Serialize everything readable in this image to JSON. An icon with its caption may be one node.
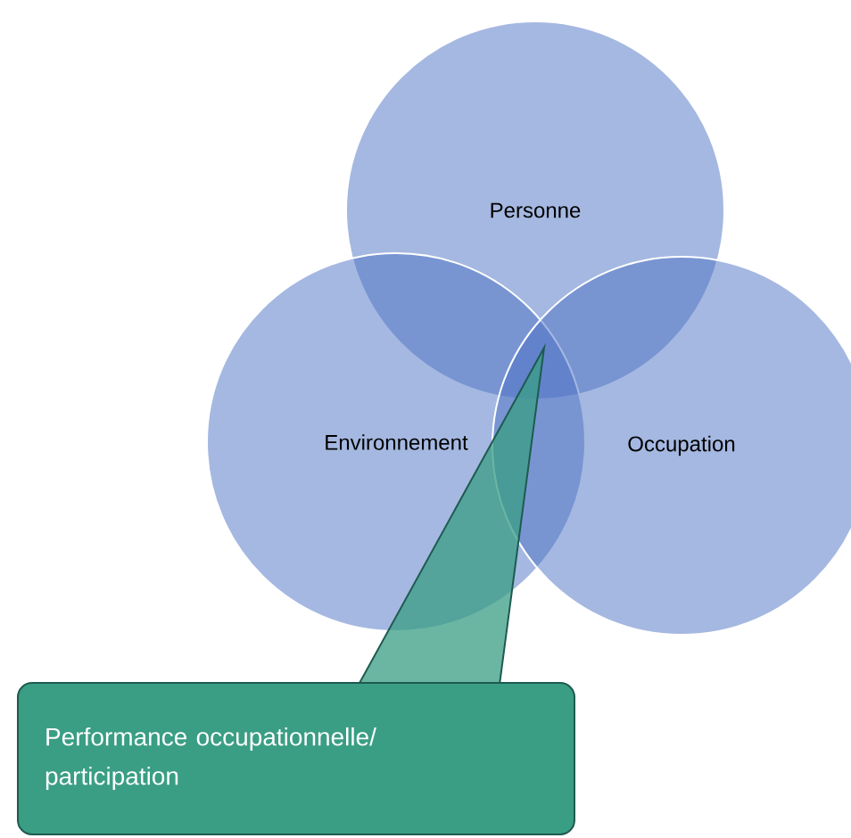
{
  "diagram": {
    "nodes": [
      {
        "text": [
          "Personne"
        ]
      },
      {
        "text": [
          "Environnement"
        ]
      },
      {
        "text": [
          "Occupation"
        ]
      },
      {
        "text": [
          "Performance occupationnelle/ participation"
        ]
      }
    ]
  }
}
